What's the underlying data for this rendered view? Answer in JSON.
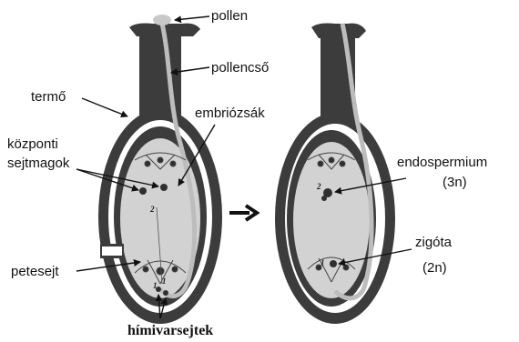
{
  "labels": {
    "pollen": "pollen",
    "pollen_tube": "pollencső",
    "pistil": "termő",
    "embryo_sac": "embriózsák",
    "central_nuclei_line1": "központi",
    "central_nuclei_line2": "sejtmagok",
    "egg_cell": "petesejt",
    "sperm_cells": "hímivarsejtek",
    "endosperm_line1": "endospermium",
    "endosperm_line2": "(3n)",
    "zygote_line1": "zigóta",
    "zygote_line2": "(2n)"
  },
  "numbers": {
    "left_two": "2",
    "left_one_a": "1",
    "left_one_b": "1",
    "right_two": "2",
    "right_one": "1"
  },
  "colors": {
    "wall": "#3c3c3c",
    "sac": "#d2d2d2",
    "tube": "#bdbdbd",
    "pollen": "#c8c8c8",
    "nucleus": "#2f2f2f"
  }
}
